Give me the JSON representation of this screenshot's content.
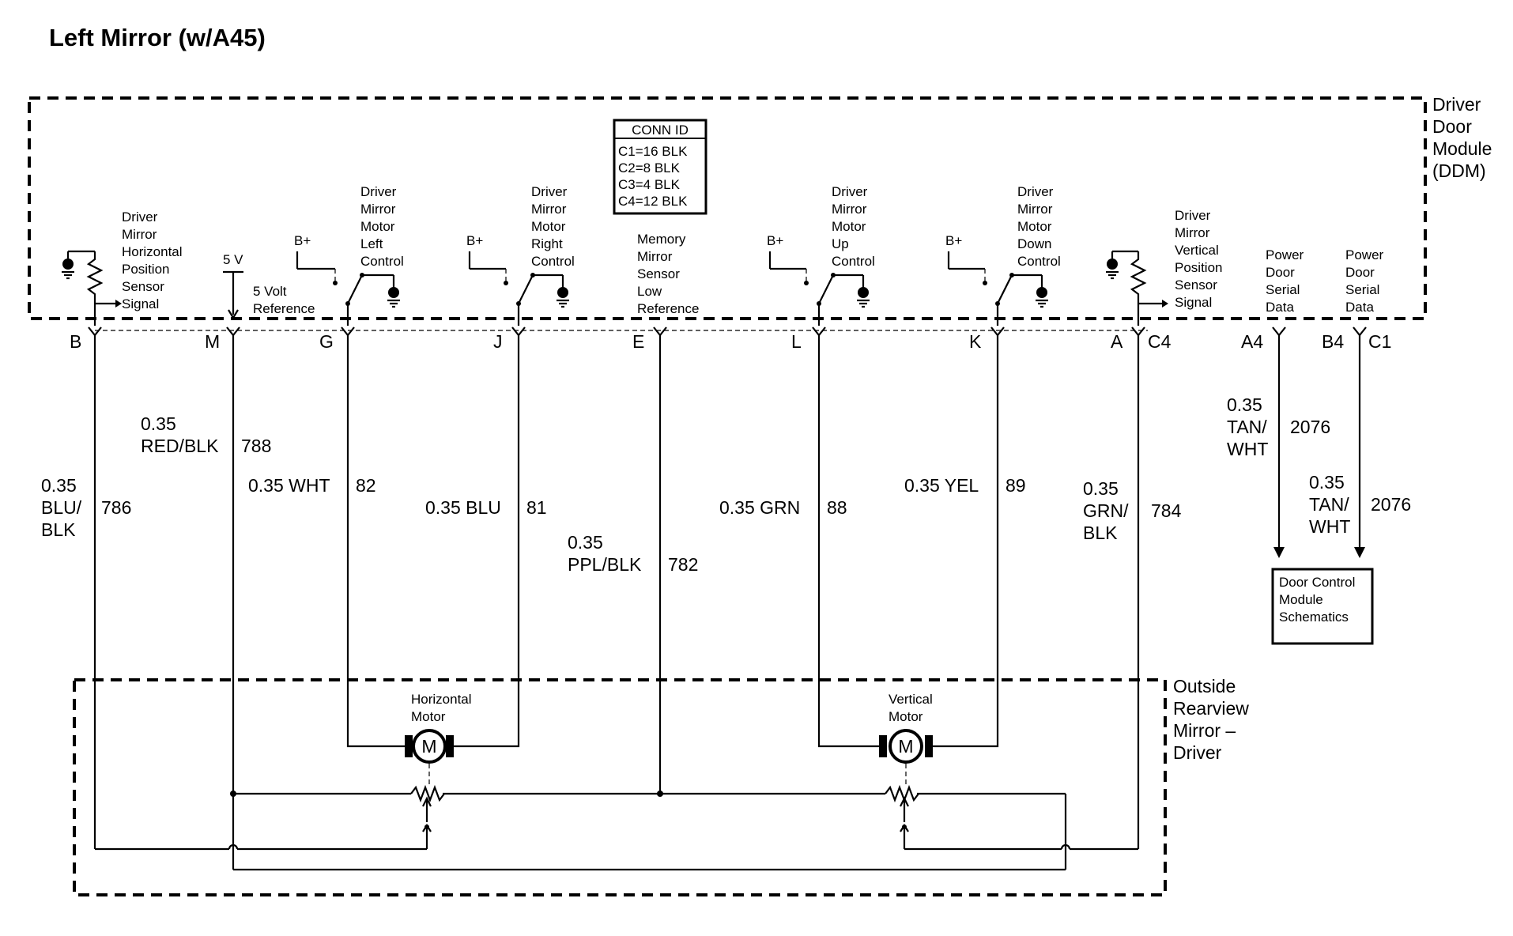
{
  "title": "Left Mirror (w/A45)",
  "ddm_label": [
    "Driver",
    "Door",
    "Module",
    "(DDM)"
  ],
  "conn_id": {
    "header": "CONN ID",
    "lines": [
      "C1=16 BLK",
      "C2=8 BLK",
      "C3=4 BLK",
      "C4=12 BLK"
    ]
  },
  "functions": {
    "h_pos_signal": [
      "Driver",
      "Mirror",
      "Horizontal",
      "Position",
      "Sensor",
      "Signal"
    ],
    "five_v": "5 V",
    "five_v_ref": [
      "5 Volt",
      "Reference"
    ],
    "left_control": [
      "Driver",
      "Mirror",
      "Motor",
      "Left",
      "Control"
    ],
    "right_control": [
      "Driver",
      "Mirror",
      "Motor",
      "Right",
      "Control"
    ],
    "low_ref": [
      "Memory",
      "Mirror",
      "Sensor",
      "Low",
      "Reference"
    ],
    "up_control": [
      "Driver",
      "Mirror",
      "Motor",
      "Up",
      "Control"
    ],
    "down_control": [
      "Driver",
      "Mirror",
      "Motor",
      "Down",
      "Control"
    ],
    "v_pos_signal": [
      "Driver",
      "Mirror",
      "Vertical",
      "Position",
      "Sensor",
      "Signal"
    ],
    "serial_a": [
      "Power",
      "Door",
      "Serial",
      "Data"
    ],
    "serial_b": [
      "Power",
      "Door",
      "Serial",
      "Data"
    ],
    "bplus": "B+"
  },
  "pins": {
    "B": "B",
    "M": "M",
    "G": "G",
    "J": "J",
    "E": "E",
    "L": "L",
    "K": "K",
    "A": "A",
    "C4": "C4",
    "A4": "A4",
    "B4": "B4",
    "C1": "C1"
  },
  "wires": {
    "w786": {
      "gauge_color": [
        "0.35",
        "BLU/",
        "BLK"
      ],
      "circuit": "786"
    },
    "w788": {
      "gauge_color": [
        "0.35",
        "RED/BLK"
      ],
      "circuit": "788"
    },
    "w82": {
      "gauge_color": "0.35 WHT",
      "circuit": "82"
    },
    "w81": {
      "gauge_color": "0.35 BLU",
      "circuit": "81"
    },
    "w782": {
      "gauge_color": [
        "0.35",
        "PPL/BLK"
      ],
      "circuit": "782"
    },
    "w88": {
      "gauge_color": "0.35 GRN",
      "circuit": "88"
    },
    "w89": {
      "gauge_color": "0.35 YEL",
      "circuit": "89"
    },
    "w784": {
      "gauge_color": [
        "0.35",
        "GRN/",
        "BLK"
      ],
      "circuit": "784"
    },
    "w2076a": {
      "gauge_color": [
        "0.35",
        "TAN/",
        "WHT"
      ],
      "circuit": "2076"
    },
    "w2076b": {
      "gauge_color": [
        "0.35",
        "TAN/",
        "WHT"
      ],
      "circuit": "2076"
    }
  },
  "door_control": [
    "Door Control",
    "Module",
    "Schematics"
  ],
  "orm_label": [
    "Outside",
    "Rearview",
    "Mirror –",
    "Driver"
  ],
  "horizontal_motor": [
    "Horizontal",
    "Motor"
  ],
  "vertical_motor": [
    "Vertical",
    "Motor"
  ],
  "motor_symbol": "M"
}
